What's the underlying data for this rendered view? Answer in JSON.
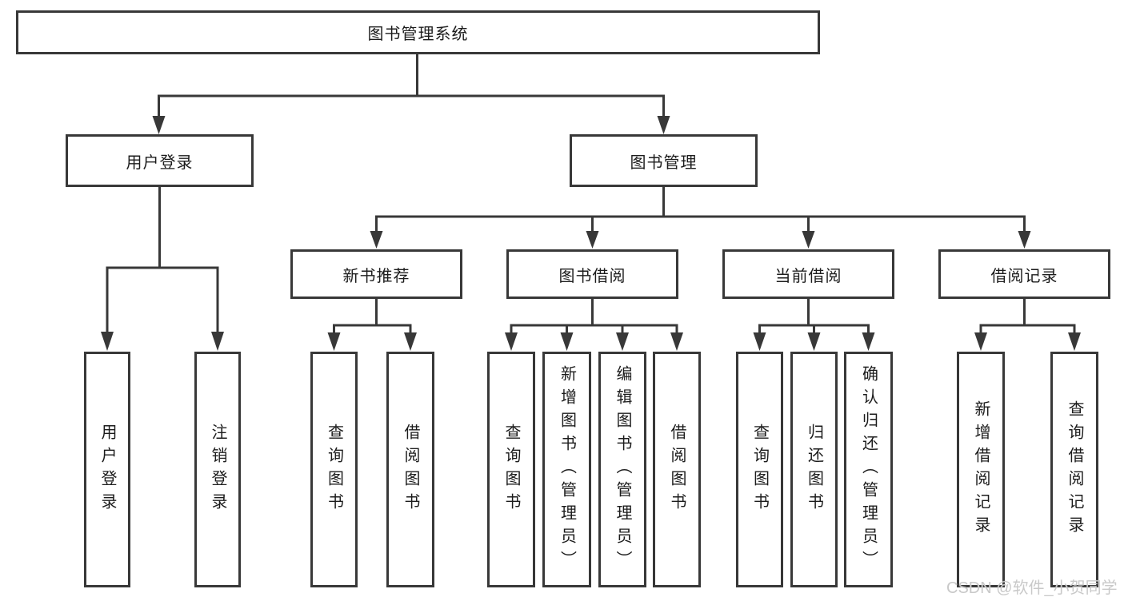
{
  "diagram": {
    "title": "图书管理系统",
    "tree": {
      "label": "图书管理系统",
      "children": [
        {
          "label": "用户登录",
          "children": [
            {
              "label": "用户登录"
            },
            {
              "label": "注销登录"
            }
          ]
        },
        {
          "label": "图书管理",
          "children": [
            {
              "label": "新书推荐",
              "children": [
                {
                  "label": "查询图书"
                },
                {
                  "label": "借阅图书"
                }
              ]
            },
            {
              "label": "图书借阅",
              "children": [
                {
                  "label": "查询图书"
                },
                {
                  "label": "新增图书（管理员）"
                },
                {
                  "label": "编辑图书（管理员）"
                },
                {
                  "label": "借阅图书"
                }
              ]
            },
            {
              "label": "当前借阅",
              "children": [
                {
                  "label": "查询图书"
                },
                {
                  "label": "归还图书"
                },
                {
                  "label": "确认归还（管理员）"
                }
              ]
            },
            {
              "label": "借阅记录",
              "children": [
                {
                  "label": "新增借阅记录"
                },
                {
                  "label": "查询借阅记录"
                }
              ]
            }
          ]
        }
      ]
    },
    "colors": {
      "line": "#383838",
      "text": "#1c1c1c",
      "background": "#ffffff",
      "watermark": "#c9c9c9"
    }
  },
  "watermark": "CSDN @软件_小贺同学"
}
